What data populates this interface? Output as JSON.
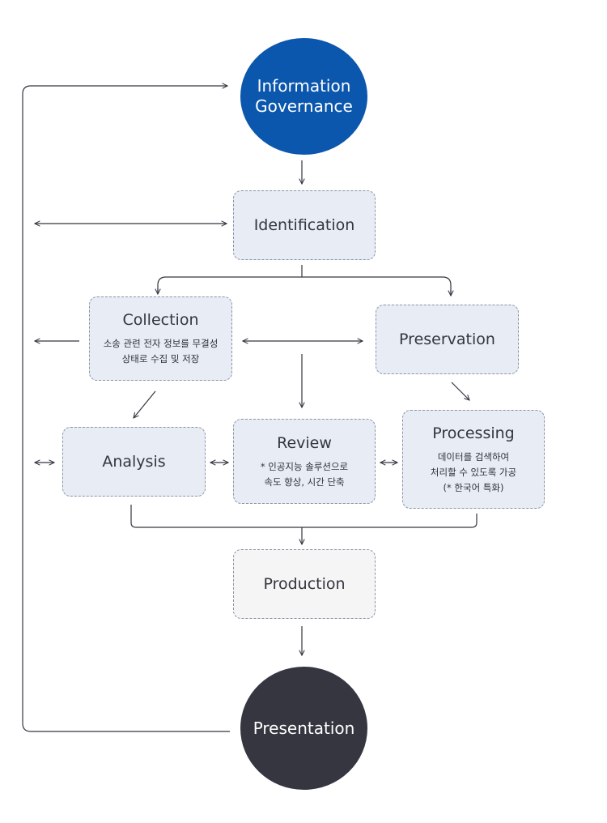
{
  "nodes": {
    "information_governance": {
      "label": "Information\nGovernance"
    },
    "identification": {
      "label": "Identification"
    },
    "collection": {
      "label": "Collection",
      "desc": "소송 관련 전자 정보를 무결성\n상태로 수집 및 저장"
    },
    "preservation": {
      "label": "Preservation"
    },
    "analysis": {
      "label": "Analysis"
    },
    "review": {
      "label": "Review",
      "desc": "* 인공지능 솔루션으로\n속도 향상, 시간 단축"
    },
    "processing": {
      "label": "Processing",
      "desc": "데이터를 검색하여\n처리할 수 있도록 가공\n(* 한국어 특화)"
    },
    "production": {
      "label": "Production"
    },
    "presentation": {
      "label": "Presentation"
    }
  },
  "colors": {
    "governance_circle": "#0b57ad",
    "presentation_circle": "#353640",
    "box_fill": "#e8ecf5",
    "production_fill": "#f5f5f6",
    "line": "#33363f"
  }
}
